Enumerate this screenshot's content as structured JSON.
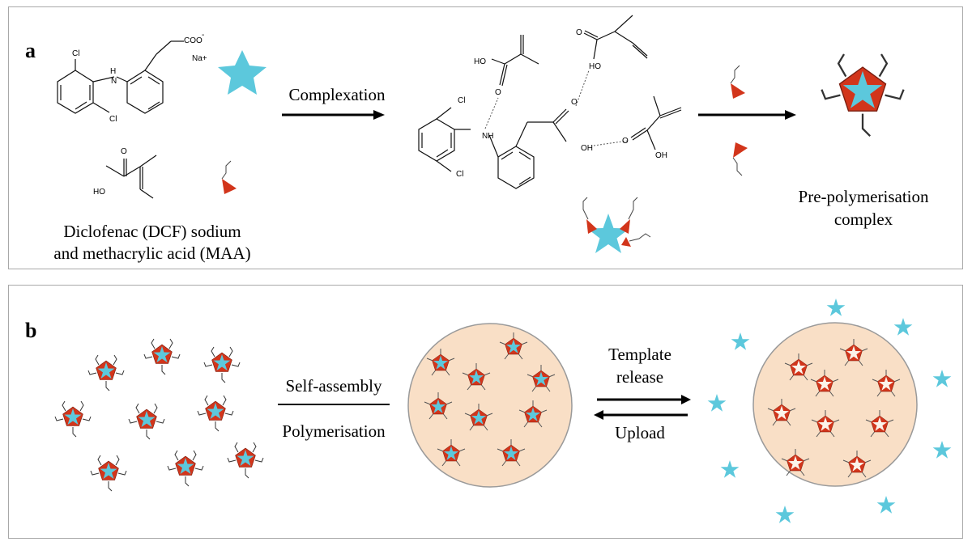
{
  "panel_a": {
    "label": "a",
    "reactants_caption_line1": "Diclofenac (DCF) sodium",
    "reactants_caption_line2": "and methacrylic acid (MAA)",
    "step1_label": "Complexation",
    "product_caption_line1": "Pre-polymerisation",
    "product_caption_line2": "complex",
    "chem": {
      "cl": "Cl",
      "nh_top": "H",
      "n": "N",
      "coo": "COO",
      "charge": "-",
      "na": "Na+",
      "ho": "HO",
      "o": "O",
      "nh": "NH",
      "oh": "OH"
    }
  },
  "panel_b": {
    "label": "b",
    "step1_top": "Self-assembly",
    "step1_bottom": "Polymerisation",
    "step2_top_line1": "Template",
    "step2_top_line2": "release",
    "step2_bottom": "Upload"
  },
  "colors": {
    "template_star": "#5cc8dc",
    "monomer": "#d2351b",
    "polymer_bead": "#f9dfc6",
    "bead_border": "#9a9a9a",
    "cavity_star": "#fbf3ea"
  }
}
